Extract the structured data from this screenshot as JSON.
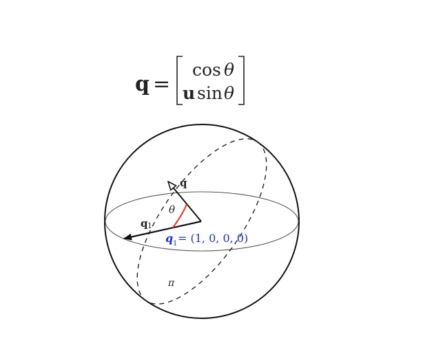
{
  "formula": {
    "lhs": "q",
    "equals": "=",
    "row1_fn": "cos",
    "row1_var": "θ",
    "row2_vec": "u",
    "row2_fn": "sin",
    "row2_var": "θ"
  },
  "labels": {
    "q": "q",
    "q1_bold": "q",
    "q1_sub": "1",
    "theta": "θ",
    "pi": "π",
    "q1_italic": "q",
    "q1_italic_sub": "1",
    "q1_value": " = (1, 0, 0, 0)"
  },
  "colors": {
    "angle_arc": "#e8402a",
    "identity_label": "#1a2fd6",
    "stroke": "#111111"
  }
}
